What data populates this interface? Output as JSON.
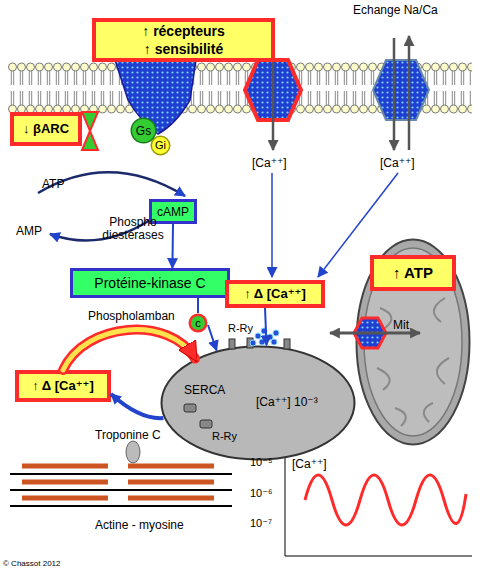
{
  "diagram": {
    "nodes": [
      {
        "text": [
          "↑ récepteurs",
          "↑ sensibilité"
        ]
      },
      {
        "text": [
          "↓ βARC"
        ]
      },
      {
        "text": [
          "Gs"
        ]
      },
      {
        "text": [
          "Gi"
        ]
      },
      {
        "text": [
          "cAMP"
        ]
      },
      {
        "text": [
          "Mit"
        ]
      },
      {
        "text": [
          "↑ ATP"
        ],
        "in": 5
      },
      {
        "text": [
          "Protéine-kinase C"
        ]
      },
      {
        "text": [
          "↑ Δ [Ca⁺⁺]"
        ]
      },
      {
        "text": [
          "c"
        ]
      },
      {
        "text": [
          "SERCA",
          "[Ca⁺⁺] 10⁻³"
        ]
      },
      {
        "text": [
          "↑ Δ [Ca⁺⁺]"
        ]
      }
    ],
    "edges": [
      {
        "from": 4,
        "to": 7,
        "arrow": "to"
      },
      {
        "from": 7,
        "to": 9,
        "arrow": "none"
      },
      {
        "from": 9,
        "to": 10,
        "arrow": "to"
      },
      {
        "from": 8,
        "to": 10,
        "arrow": "to"
      },
      {
        "from": 11,
        "to": 10,
        "arrow": "to"
      },
      {
        "from": 10,
        "to": 11,
        "arrow": "to"
      }
    ],
    "labels": [
      "Echange Na/Ca",
      "[Ca⁺⁺]",
      "[Ca⁺⁺]",
      "ATP",
      "AMP",
      "Phospho diestérases",
      "Phospholamban",
      "R-Ry",
      "R-Ry",
      "Troponine C",
      "Actine - myosine",
      "10⁻⁵",
      "[Ca⁺⁺]",
      "10⁻⁶",
      "10⁻⁷",
      "© Chassot 2012"
    ]
  }
}
